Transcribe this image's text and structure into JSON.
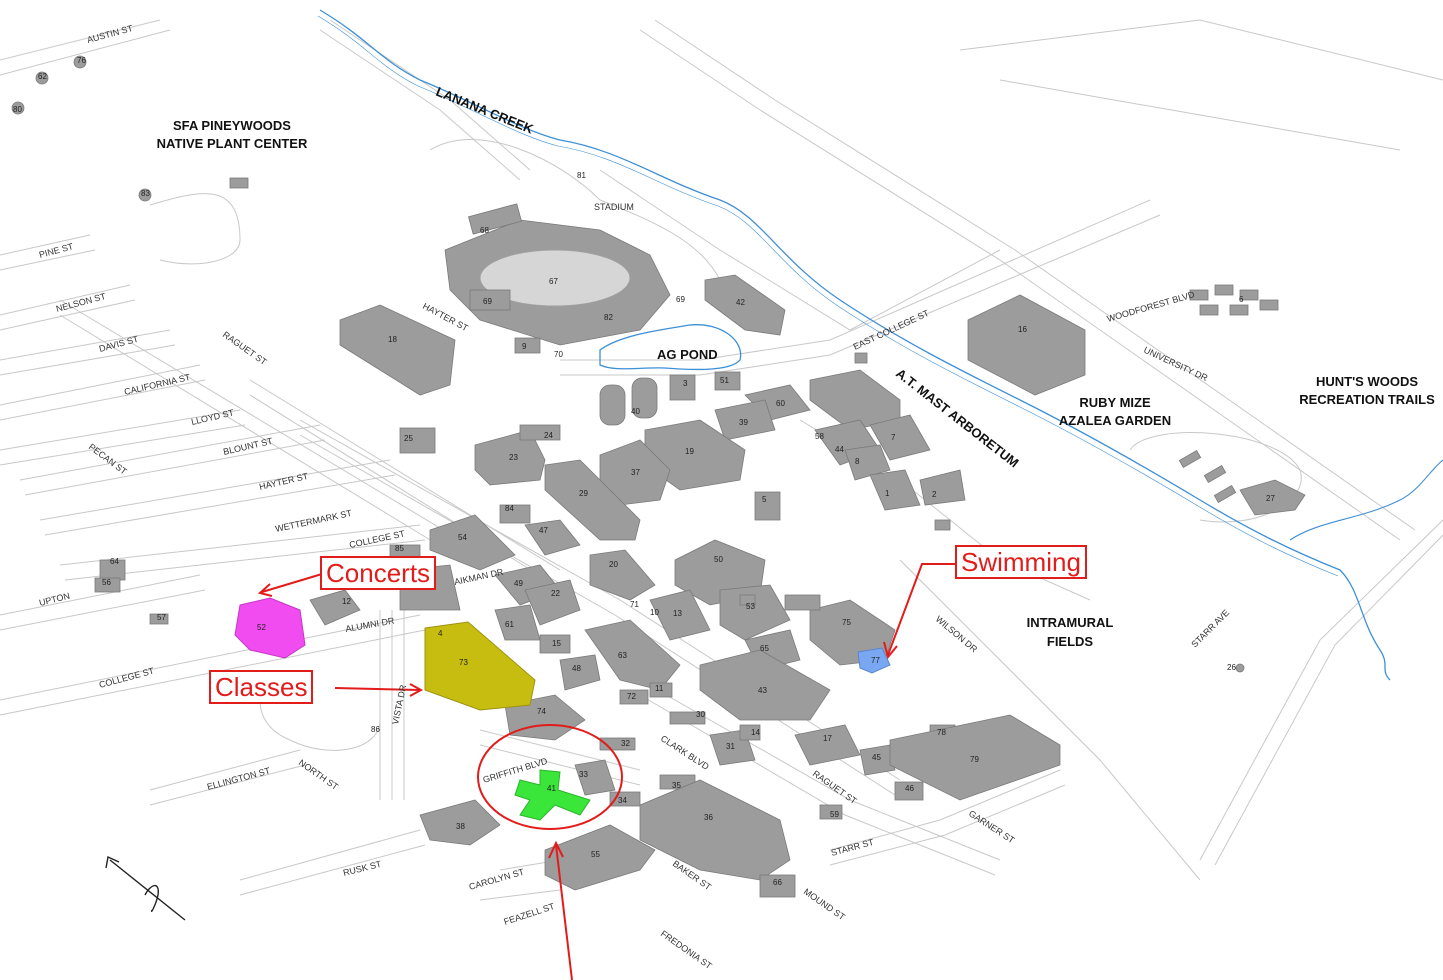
{
  "colors": {
    "creek": "#3d8fd6",
    "building": "#9c9c9c",
    "concerts_building": "#f04cf0",
    "classes_building": "#c6bd10",
    "highlight_building": "#39e639",
    "swimming_building": "#7aa7f2",
    "callout": "#e21b1b",
    "road": "#c8c8c8"
  },
  "areas": {
    "pineywoods_1": "SFA PINEYWOODS",
    "pineywoods_2": "NATIVE PLANT CENTER",
    "lanana": "LANANA CREEK",
    "ag_pond": "AG POND",
    "arboretum": "A.T. MAST ARBORETUM",
    "ruby_1": "RUBY MIZE",
    "ruby_2": "AZALEA GARDEN",
    "hunts_1": "HUNT'S WOODS",
    "hunts_2": "RECREATION TRAILS",
    "intramural_1": "INTRAMURAL",
    "intramural_2": "FIELDS"
  },
  "streets": {
    "austin": "AUSTIN ST",
    "pine": "PINE ST",
    "nelson": "NELSON ST",
    "davis": "DAVIS ST",
    "california": "CALIFORNIA ST",
    "lloyd": "LLOYD ST",
    "blount": "BLOUNT ST",
    "pecan": "PECAN ST",
    "hayter": "HAYTER ST",
    "hayter2": "HAYTER ST",
    "wettermark": "WETTERMARK ST",
    "college": "COLLEGE ST",
    "college2": "COLLEGE ST",
    "upton": "UPTON",
    "raguet": "RAGUET ST",
    "raguet2": "RAGUET ST",
    "alumni": "ALUMNI DR",
    "aikman": "AIKMAN DR",
    "vista": "VISTA DR",
    "ellington": "ELLINGTON ST",
    "north": "NORTH ST",
    "rusk": "RUSK ST",
    "carolyn": "CAROLYN ST",
    "feazell": "FEAZELL ST",
    "fredonia": "FREDONIA ST",
    "baker": "BAKER ST",
    "mound": "MOUND ST",
    "starr": "STARR ST",
    "starr_ave": "STARR AVE",
    "garner": "GARNER ST",
    "wilson": "WILSON DR",
    "griffith": "GRIFFITH BLVD",
    "clark": "CLARK BLVD",
    "east_college": "EAST COLLEGE ST",
    "woodforest": "WOODFOREST BLVD",
    "university": "UNIVERSITY DR",
    "stadium": "STADIUM"
  },
  "buildings": [
    "1",
    "2",
    "3",
    "4",
    "5",
    "6",
    "7",
    "8",
    "10",
    "11",
    "12",
    "13",
    "14",
    "15",
    "16",
    "17",
    "18",
    "19",
    "20",
    "22",
    "23",
    "24",
    "25",
    "26",
    "27",
    "29",
    "30",
    "31",
    "32",
    "33",
    "34",
    "35",
    "36",
    "37",
    "38",
    "39",
    "40",
    "41",
    "42",
    "43",
    "44",
    "45",
    "46",
    "47",
    "48",
    "49",
    "50",
    "51",
    "52",
    "53",
    "54",
    "55",
    "56",
    "57",
    "58",
    "59",
    "60",
    "61",
    "62",
    "63",
    "64",
    "65",
    "66",
    "67",
    "68",
    "69",
    "69",
    "70",
    "71",
    "72",
    "73",
    "74",
    "75",
    "76",
    "77",
    "78",
    "79",
    "80",
    "81",
    "82",
    "83",
    "84",
    "85",
    "86",
    "9"
  ],
  "callouts": {
    "concerts": "Concerts",
    "swimming": "Swimming",
    "classes": "Classes"
  }
}
